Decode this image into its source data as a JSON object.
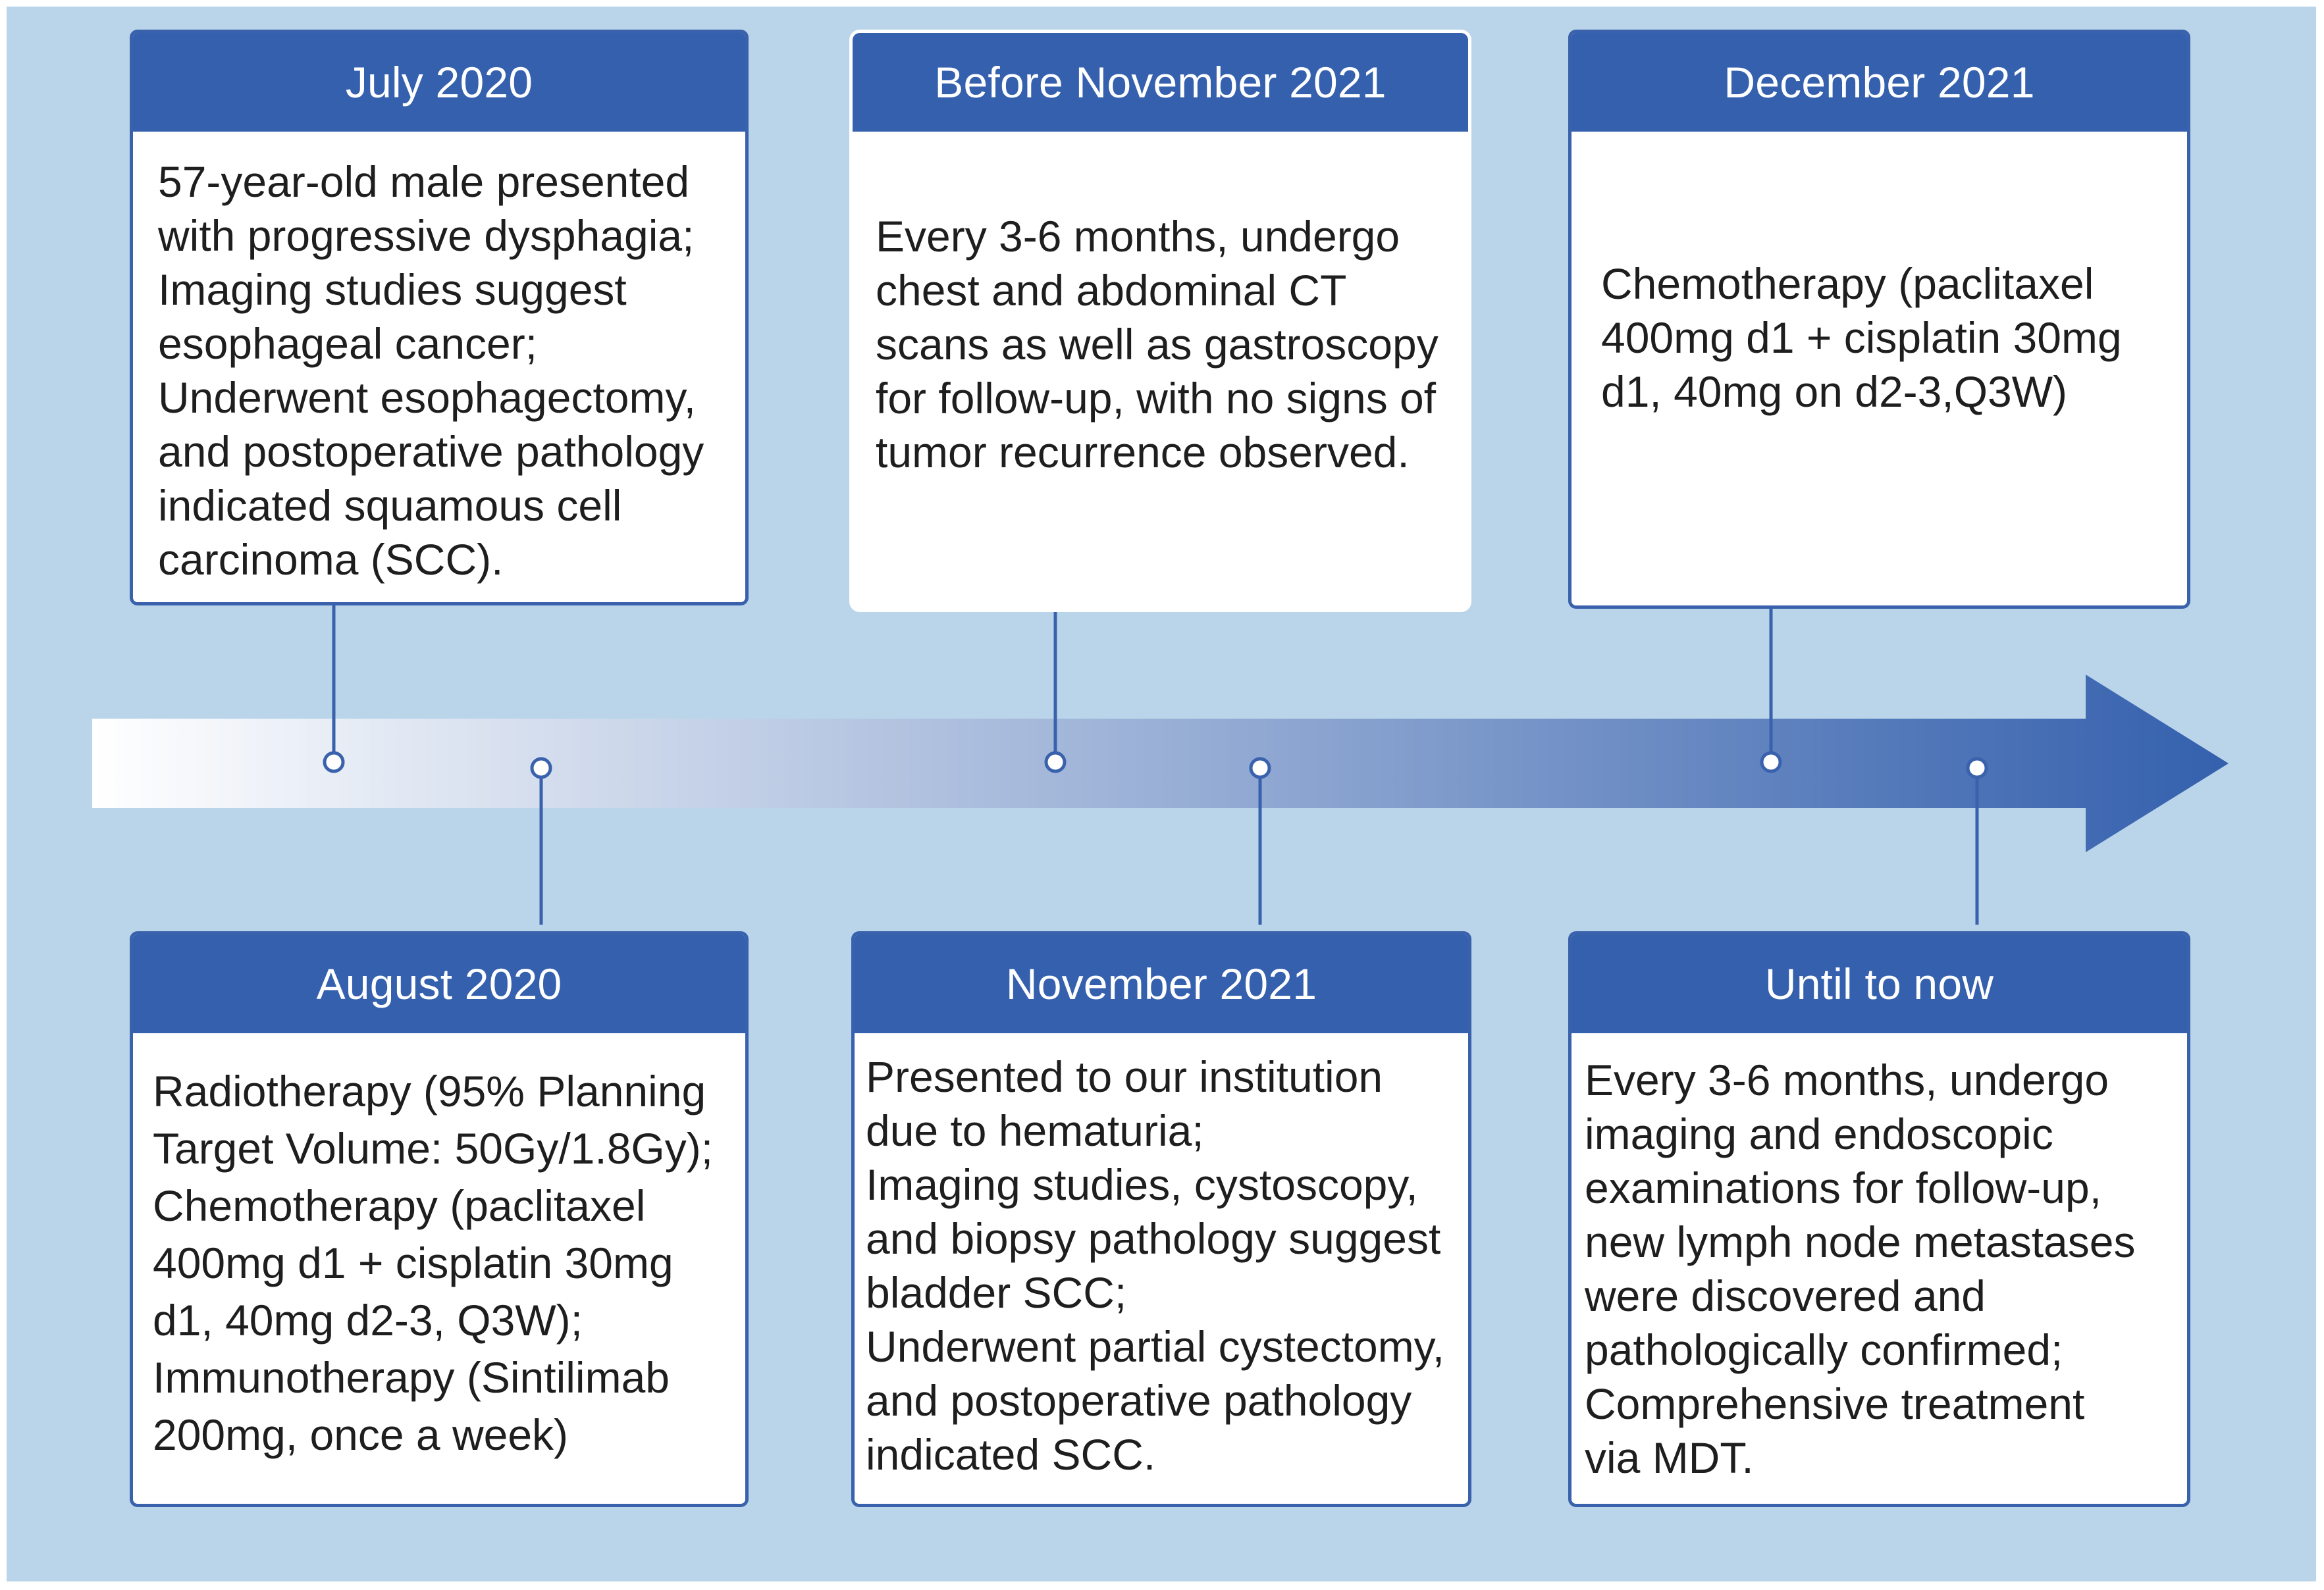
{
  "colors": {
    "background": "#bad5ea",
    "header": "#3460ad",
    "border": "#3a62ac",
    "arrow_start": "#ffffff",
    "arrow_end": "#3460ad",
    "text": "#1e1e1e"
  },
  "events": [
    {
      "date": "July 2020",
      "text": "57-year-old male presented\nwith progressive dysphagia;\nImaging studies suggest\nesophageal cancer;\nUnderwent esophagectomy,\nand postoperative pathology\nindicated squamous cell\ncarcinoma (SCC)."
    },
    {
      "date": "August 2020",
      "text": "Radiotherapy (95% Planning\nTarget Volume: 50Gy/1.8Gy);\nChemotherapy (paclitaxel\n400mg d1 + cisplatin 30mg\nd1, 40mg d2-3, Q3W);\nImmunotherapy (Sintilimab\n200mg, once a week)"
    },
    {
      "date": "Before November 2021",
      "text": "Every 3-6 months, undergo\nchest and abdominal CT\nscans as well as gastroscopy\nfor follow-up, with no signs of\ntumor recurrence observed."
    },
    {
      "date": "November 2021",
      "text": "Presented to our institution\ndue to hematuria;\nImaging studies, cystoscopy,\nand biopsy pathology suggest\nbladder SCC;\nUnderwent partial cystectomy,\nand postoperative pathology\nindicated SCC."
    },
    {
      "date": "December 2021",
      "text": "Chemotherapy (paclitaxel\n400mg d1 + cisplatin 30mg\nd1, 40mg on d2-3,Q3W)"
    },
    {
      "date": "Until to now",
      "text": "Every 3-6 months, undergo\nimaging and endoscopic\nexaminations for follow-up,\nnew lymph node metastases\nwere discovered and\npathologically confirmed;\nComprehensive treatment\nvia MDT."
    }
  ]
}
